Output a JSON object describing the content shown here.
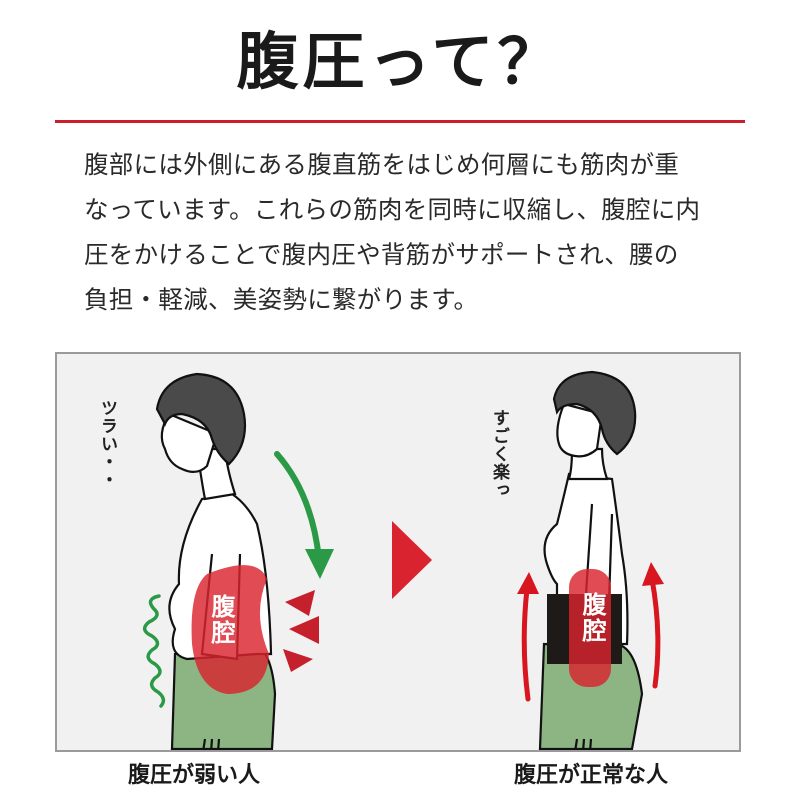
{
  "title": "腹圧って？",
  "divider_color": "#cc1f2b",
  "body_lines": [
    "腹部には外側にある腹直筋をはじめ何層にも筋肉が重",
    "なっています。これらの筋肉を同時に収縮し、腹腔に内",
    "圧をかけることで腹内圧や背筋がサポートされ、腰の",
    "負担・軽減、美姿勢に繋がります。"
  ],
  "illustration": {
    "left_figure": {
      "speech": "ツラい・・",
      "cavity_label": "腹腔",
      "caption": "腹圧が弱い人",
      "icons": [
        "green-curved-down-arrow-icon",
        "red-pressure-triangles-icon",
        "green-wavy-line-icon"
      ]
    },
    "transition_icon": "red-right-triangle-icon",
    "right_figure": {
      "speech": "すごく楽っ",
      "cavity_label": "腹腔",
      "caption": "腹圧が正常な人",
      "icons": [
        "red-up-arrow-icon",
        "red-up-arrow-icon",
        "black-waist-belt"
      ]
    },
    "colors": {
      "panel_bg": "#f1f1f1",
      "panel_border": "#9a9a9a",
      "cavity_red": "#d9232e",
      "arrow_green": "#2a9a46",
      "arrow_red": "#d7161f",
      "shorts_green": "#8db584",
      "hair": "#4a4a4a"
    }
  }
}
